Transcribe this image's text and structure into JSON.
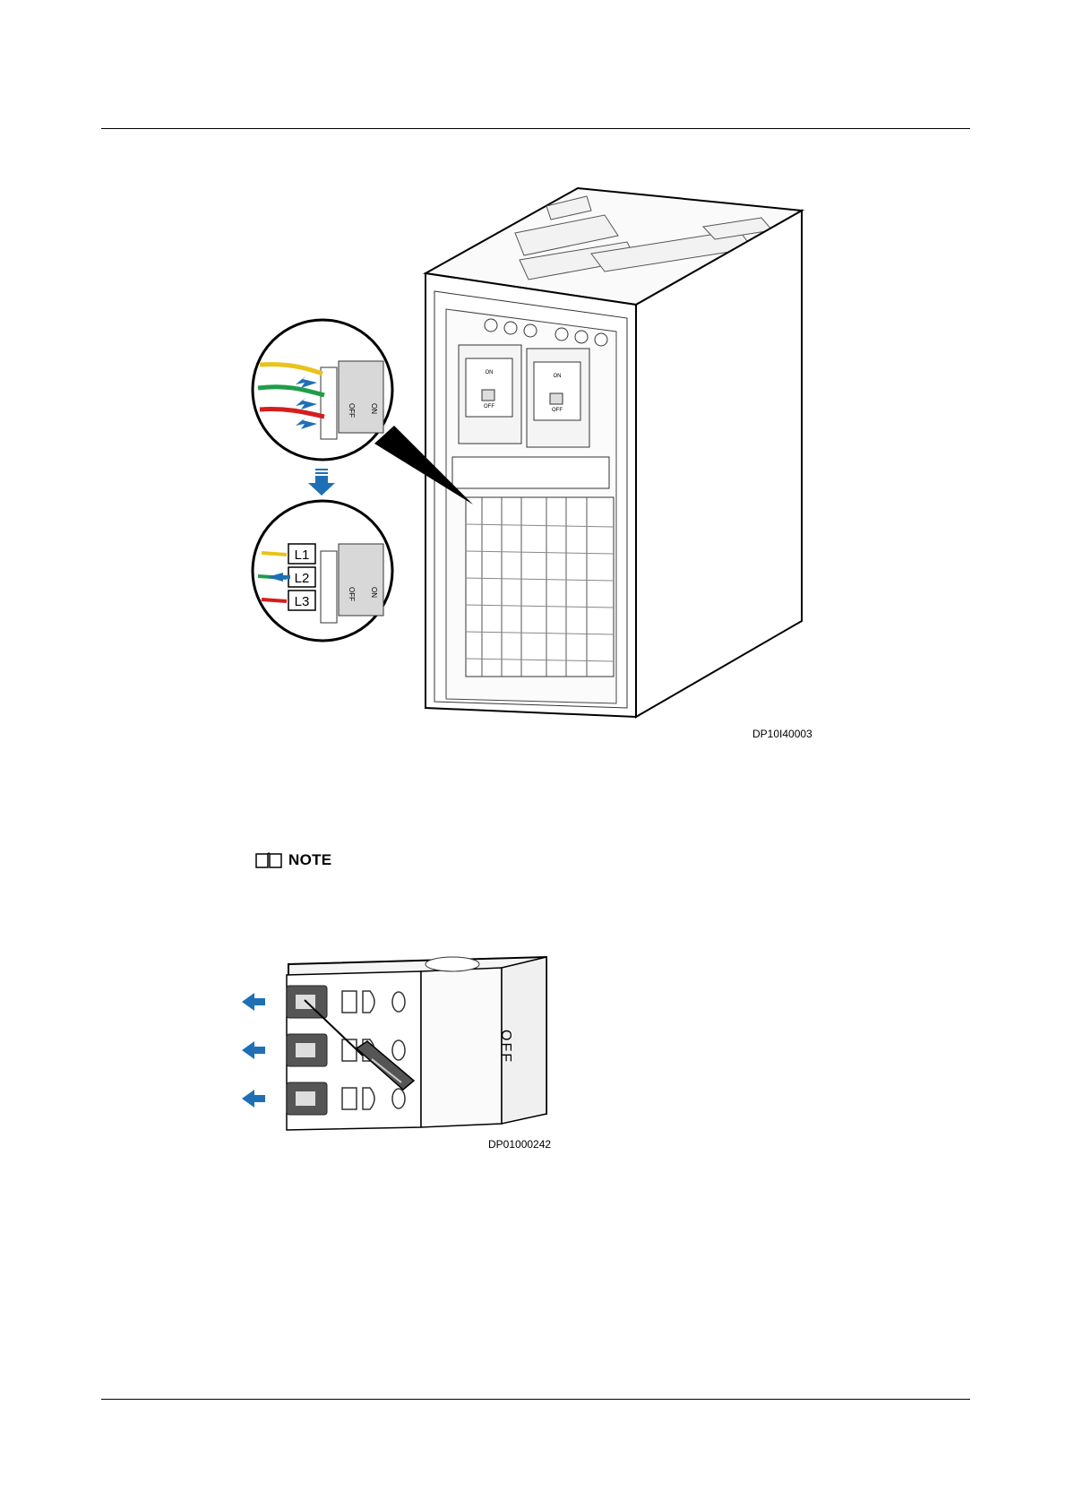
{
  "figure1": {
    "code": "DP10I40003",
    "callout_labels": [
      "L1",
      "L2",
      "L3"
    ],
    "switch_labels": {
      "off": "OFF",
      "on": "ON",
      "panel_on": "ON",
      "panel_off": "OFF"
    },
    "wire_colors": [
      "#e8c31e",
      "#1e9e4a",
      "#d41e1e"
    ],
    "arrow_color": "#1f6fb5"
  },
  "note": {
    "label": "NOTE",
    "icon": "book-icon"
  },
  "figure2": {
    "code": "DP01000242",
    "switch_label": "OFF",
    "arrow_color": "#1f6fb5"
  }
}
